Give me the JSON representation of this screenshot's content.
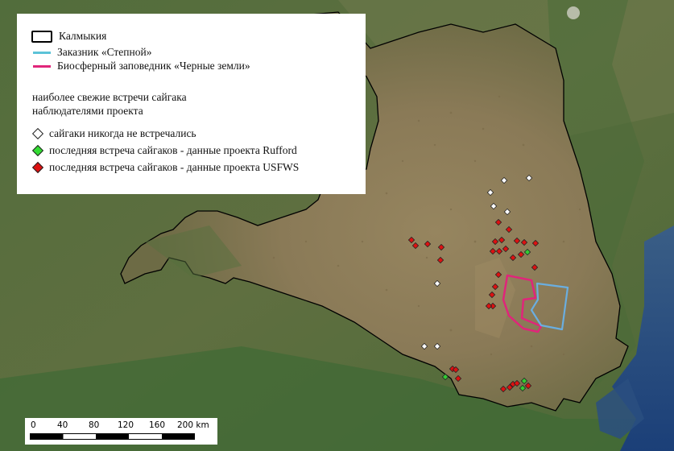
{
  "legend": {
    "region_label": "Калмыкия",
    "reserve1_label": "Заказник «Степной»",
    "reserve2_label": "Биосферный заповедник «Черные земли»",
    "note_line1": "наиболее свежие встречи сайгака",
    "note_line2": "наблюдателями проекта",
    "never_label": "сайгаки никогда не встречались",
    "rufford_label": "последняя встреча сайгаков - данные проекта Rufford",
    "usfws_label": "последняя встреча сайгаков - данные проекта USFWS"
  },
  "colors": {
    "region_outline": "#000000",
    "reserve1": "#6aaee0",
    "reserve2": "#e0257a",
    "never": "#ffffff",
    "rufford": "#33cc33",
    "usfws": "#dd1111"
  },
  "scale": {
    "ticks": [
      "0",
      "40",
      "80",
      "120",
      "160",
      "200 km"
    ]
  }
}
